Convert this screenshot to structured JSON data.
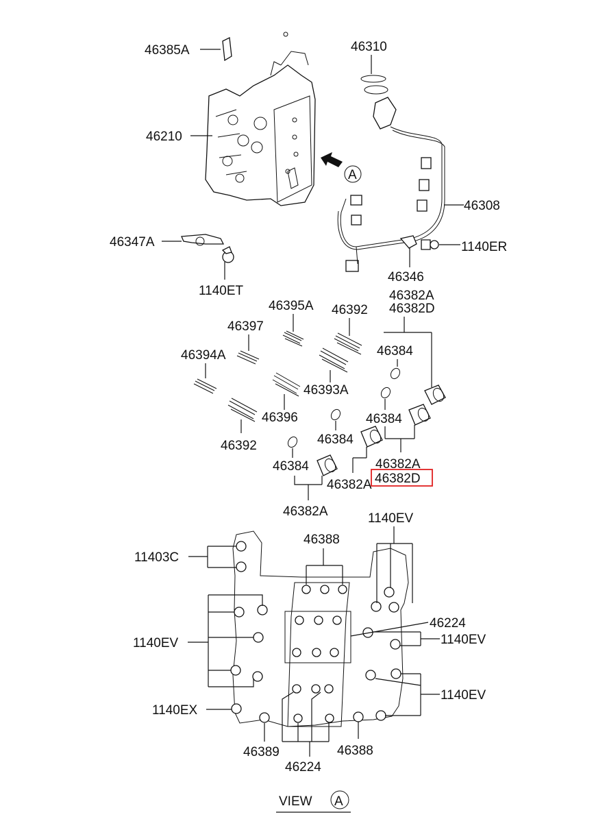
{
  "labels": {
    "p46385A": "46385A",
    "p46310": "46310",
    "p46210": "46210",
    "p46308": "46308",
    "p46347A": "46347A",
    "p1140ER": "1140ER",
    "p46346": "46346",
    "p1140ET": "1140ET",
    "p46395A": "46395A",
    "p46392a": "46392",
    "p46382A_top": "46382A",
    "p46382D_top": "46382D",
    "p46397": "46397",
    "p46384a": "46384",
    "p46394A": "46394A",
    "p46393A": "46393A",
    "p46396": "46396",
    "p46384b": "46384",
    "p46392b": "46392",
    "p46384c": "46384",
    "p46382A_mid": "46382A",
    "p46382D_mid": "46382D",
    "p46384d": "46384",
    "p46382A_c": "46382A",
    "p46382A_bot": "46382A",
    "p1140EV_top": "1140EV",
    "p11403C": "11403C",
    "p46388_top": "46388",
    "p46224_r": "46224",
    "p1140EV_l": "1140EV",
    "p1140EV_r1": "1140EV",
    "p1140EV_r2": "1140EV",
    "p1140EX": "1140EX",
    "p46389": "46389",
    "p46388_bot": "46388",
    "p46224_bot": "46224"
  },
  "view_caption": {
    "text": "VIEW",
    "circle_letter": "A"
  },
  "arrow_marker": "A",
  "highlight_color": "#e02020"
}
